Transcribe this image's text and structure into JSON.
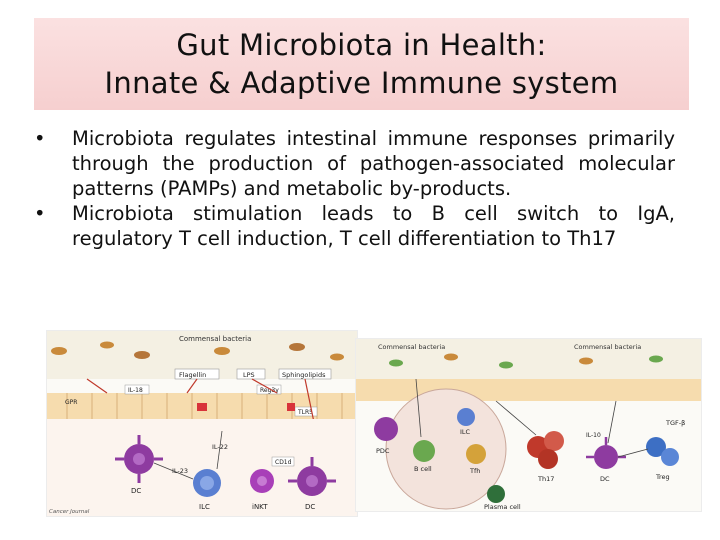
{
  "slide": {
    "title_line1": "Gut Microbiota in Health:",
    "title_line2": "Innate & Adaptive Immune system",
    "bullet_char": "•",
    "bullets": [
      "Microbiota regulates intestinal immune responses primarily through the production of pathogen-associated molecular patterns (PAMPs) and metabolic by-products.",
      "Microbiota stimulation leads to B cell switch to IgA, regulatory T cell induction, T cell differentiation to Th17"
    ]
  },
  "figure_left": {
    "labels": {
      "commensal": "Commensal bacteria",
      "flagellin": "Flagellin",
      "lps": "LPS",
      "sphingolipids": "Sphingolipids",
      "il18": "IL-18",
      "tlr5": "TLR5",
      "reg": "Reg3γ",
      "gpr": "GPR",
      "dc1": "DC",
      "il22": "IL-22",
      "il23": "IL-23",
      "ilc": "ILC",
      "inkt": "iNKT",
      "cd1d": "CD1d",
      "dc2": "DC",
      "credit": "Cancer Journal"
    }
  },
  "figure_right": {
    "labels": {
      "commensal1": "Commensal bacteria",
      "commensal2": "Commensal bacteria",
      "pdc": "PDC",
      "ilc": "ILC",
      "bcell": "B cell",
      "tfh": "Tfh",
      "th17": "Th17",
      "dc": "DC",
      "treg": "Treg",
      "tgfb": "TGF-β",
      "plasma": "Plasma cell",
      "il10": "IL-10"
    }
  }
}
